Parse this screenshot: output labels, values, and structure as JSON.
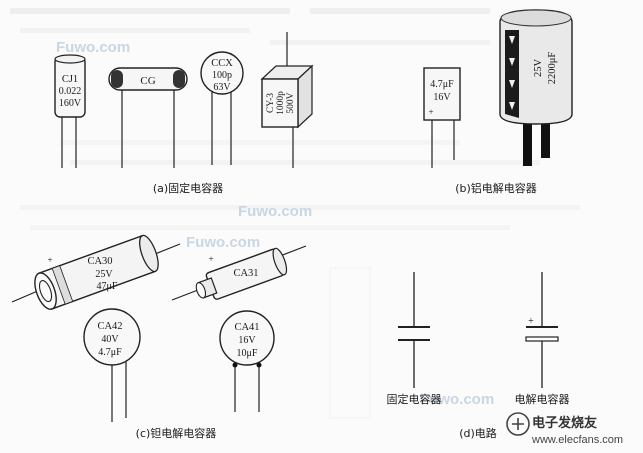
{
  "watermarks": [
    "Fuwo.com",
    "Fuwo.com",
    "Fuwo.com"
  ],
  "brand": {
    "cn": "电子发烧友",
    "url": "www.elecfans.com"
  },
  "fixed": {
    "cj1": {
      "line1": "CJ1",
      "line2": "0.022",
      "line3": "160V"
    },
    "cg": {
      "label": "CG"
    },
    "ccx": {
      "line1": "CCX",
      "line2": "100p",
      "line3": "63V"
    },
    "cy3": {
      "line1": "CY-3",
      "line2": "1000p",
      "line3": "500V"
    },
    "caption": "(a)固定电容器"
  },
  "aluminum": {
    "small": {
      "line1": "4.7μF",
      "line2": "16V",
      "plus": "+"
    },
    "large": {
      "line1": "25V",
      "line2": "2200μF"
    },
    "caption": "(b)铝电解电容器"
  },
  "tantalum": {
    "ca30": {
      "line1": "CA30",
      "line2": "25V",
      "line3": "47μF",
      "plus": "+"
    },
    "ca31": {
      "label": "CA31",
      "plus": "+"
    },
    "ca42": {
      "line1": "CA42",
      "line2": "40V",
      "line3": "4.7μF"
    },
    "ca41": {
      "line1": "CA41",
      "line2": "16V",
      "line3": "10μF"
    },
    "caption": "(c)钽电解电容器"
  },
  "symbols": {
    "fixed_label": "固定电容器",
    "electrolytic_label": "电解电容器",
    "plus": "+",
    "caption": "(d)电路"
  }
}
